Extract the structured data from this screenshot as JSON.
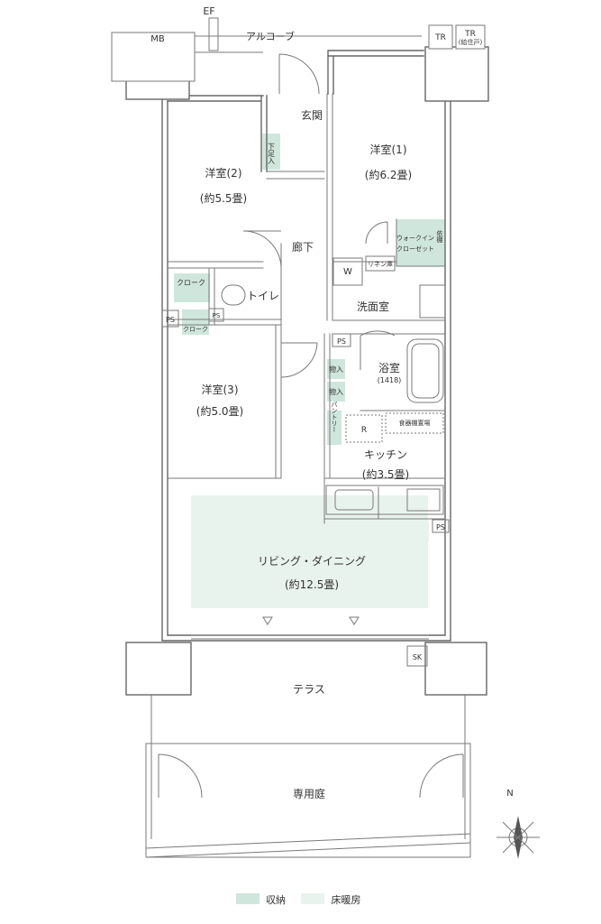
{
  "rooms": {
    "bedroom1_name": "洋室(1)",
    "bedroom1_size": "(約6.2畳)",
    "bedroom2_name": "洋室(2)",
    "bedroom2_size": "(約5.5畳)",
    "bedroom3_name": "洋室(3)",
    "bedroom3_size": "(約5.0畳)",
    "entrance": "玄関",
    "hallway": "廊下",
    "toilet": "トイレ",
    "washroom": "洗面室",
    "bathroom": "浴室",
    "bath_size": "(1418)",
    "kitchen_name": "キッチン",
    "kitchen_size": "(約3.5畳)",
    "living_name": "リビング・ダイニング",
    "living_size": "(約12.5畳)",
    "terrace": "テラス",
    "garden": "専用庭",
    "alcove": "アルコーブ"
  },
  "storage": {
    "shoe": "下足入",
    "walk_in_1": "ウォークイン",
    "walk_in_2": "クローゼット",
    "clothes": "依棚",
    "linen": "リネン庫",
    "cloak_upper": "クローク",
    "cloak_lower": "クローク",
    "storage_a": "物入",
    "storage_b": "物入",
    "pantry": "パントリー",
    "dish_storage": "食器棚置場"
  },
  "fixtures": {
    "ef": "EF",
    "mb": "MB",
    "tr": "TR",
    "tr2": "TR",
    "tr2_sub": "(給住戸)",
    "washer": "W",
    "fridge": "R",
    "ps1": "PS",
    "ps2": "PS",
    "ps3": "PS",
    "ps4": "PS",
    "sk": "SK",
    "north": "N"
  },
  "legend": {
    "storage_label": "収納",
    "heating_label": "床暖房",
    "storage_color": "#cfe6dc",
    "heating_color": "#e9f3ee"
  },
  "colors": {
    "wall": "#666666",
    "line": "#7a7a7a",
    "storage": "#cfe6dc",
    "heating": "#e9f3ee",
    "pillar": "#ffffff"
  }
}
